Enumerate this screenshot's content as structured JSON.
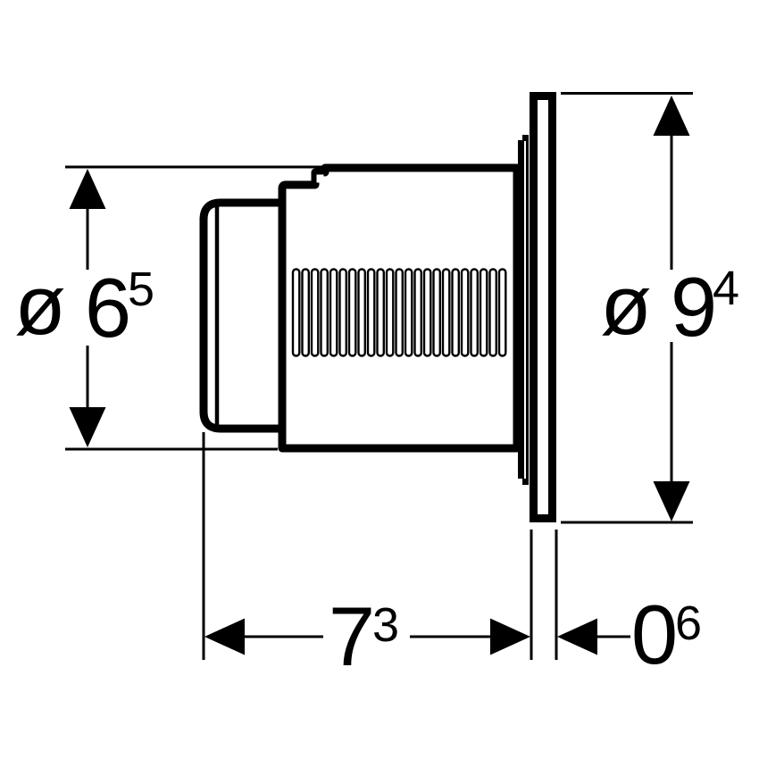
{
  "colors": {
    "ink": "#000000",
    "background": "#ffffff"
  },
  "dimensions": {
    "button_diameter": {
      "symbol": "ø",
      "value": "6",
      "superscript": "5"
    },
    "plate_diameter": {
      "symbol": "ø",
      "value": "9",
      "superscript": "4"
    },
    "depth": {
      "value": "7",
      "superscript": "3"
    },
    "thickness": {
      "value": "0",
      "superscript": "6"
    }
  }
}
